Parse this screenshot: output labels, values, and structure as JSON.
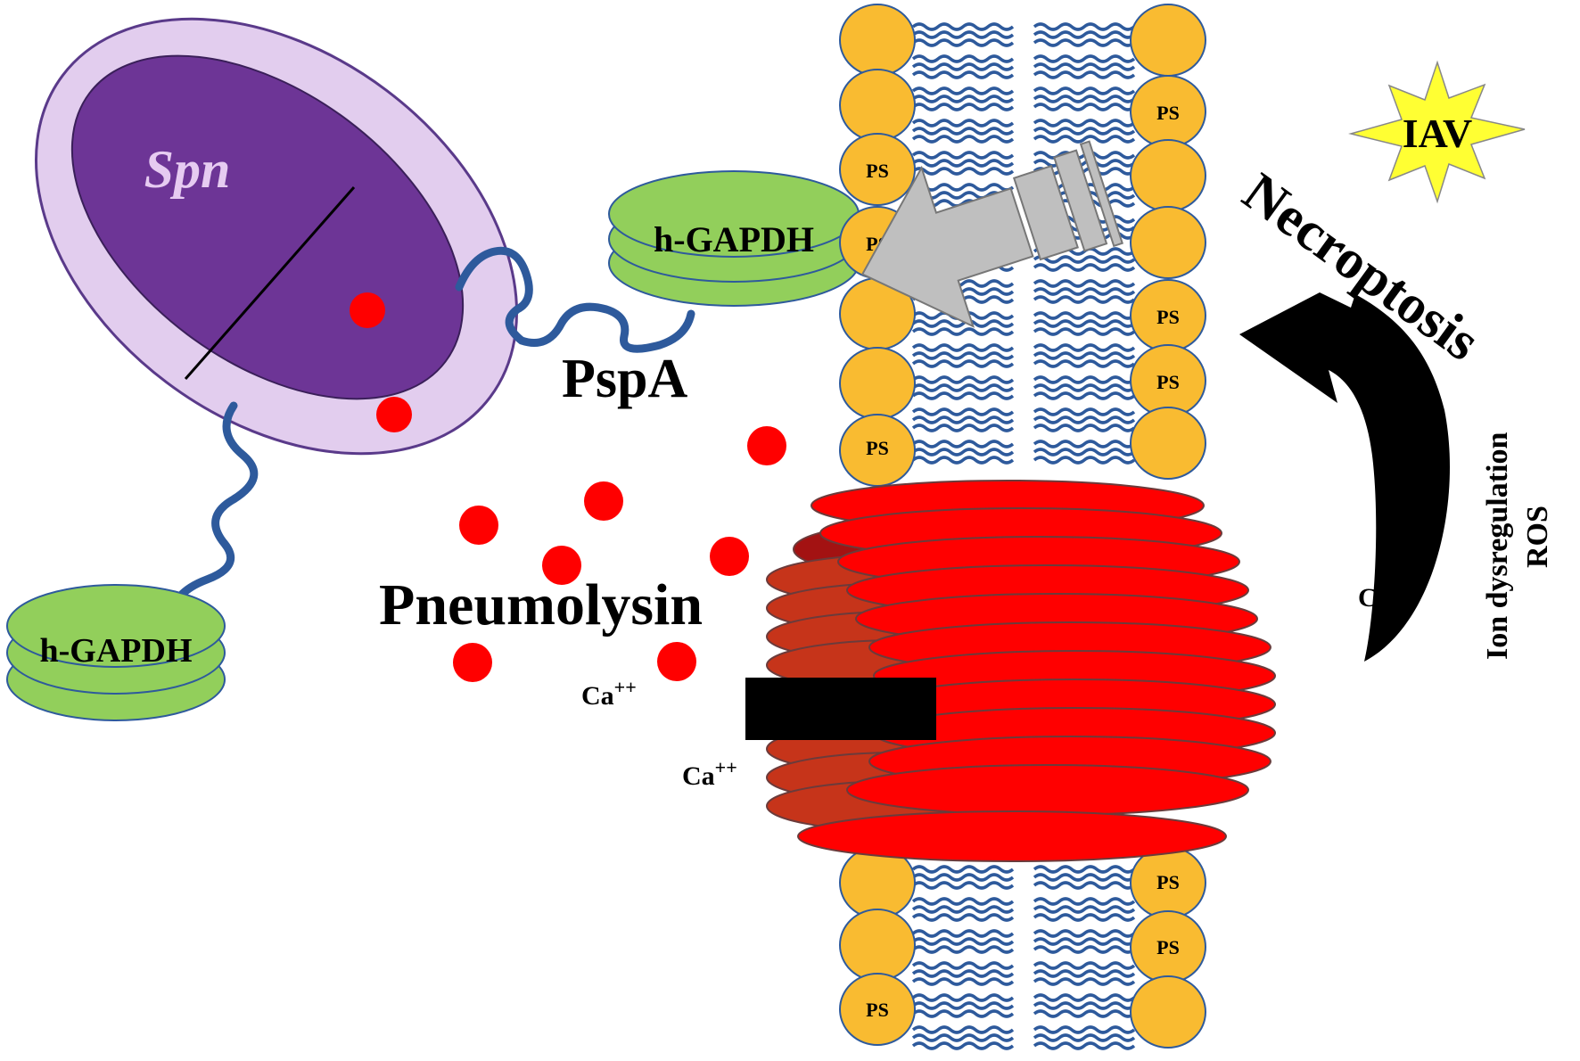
{
  "labels": {
    "spn": "Spn",
    "h_gapdh_top": "h-GAPDH",
    "h_gapdh_bottom": "h-GAPDH",
    "pspa": "PspA",
    "pneumolysin": "Pneumolysin",
    "iav": "IAV",
    "necroptosis": "Necroptosis",
    "ion_dysregulation": "Ion dysregulation",
    "ros": "ROS",
    "ps": "PS",
    "ca": "Ca",
    "ca_charge": "++"
  },
  "colors": {
    "spn_body": "#6d3596",
    "spn_capsule": "#e2cdee",
    "gapdh": "#92cf5b",
    "lipid_head": "#f9bb31",
    "lipid_tail": "#2e5a9c",
    "toxin_bright": "#ff0000",
    "toxin_dark": "#c6341a",
    "pore_bar": "#000000",
    "iav_star": "#ffff33",
    "arrow_gray": "#bfbfbf"
  }
}
